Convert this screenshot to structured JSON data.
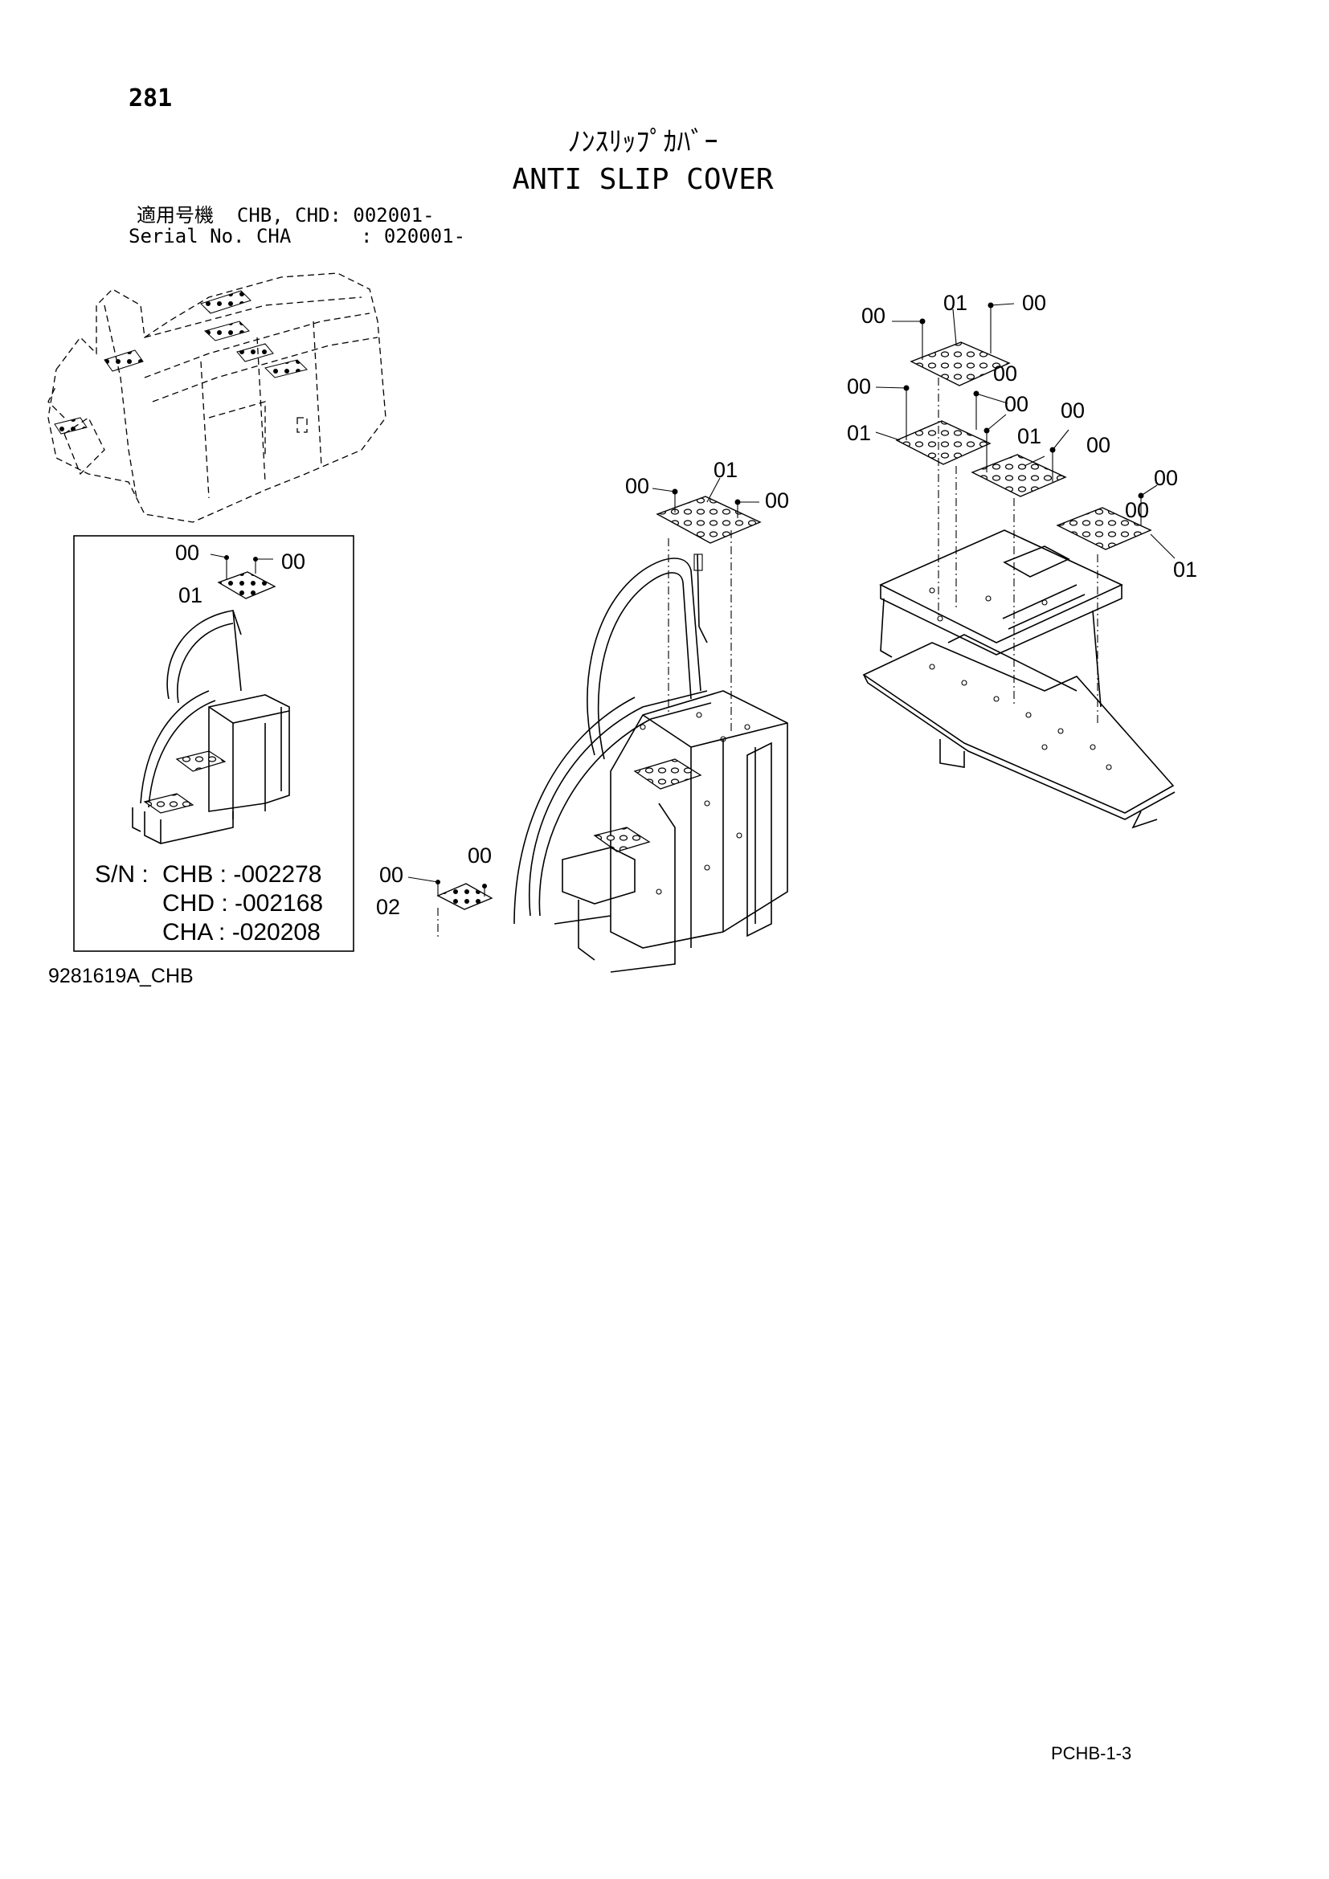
{
  "page_number": "281",
  "title_jp": "ﾉﾝｽﾘｯﾌﾟｶﾊﾞｰ",
  "title_en": "ANTI SLIP COVER",
  "serial": {
    "line1": "適用号機  CHB, CHD: 002001-",
    "line2": "Serial No. CHA      : 020001-"
  },
  "inset": {
    "sn_label": "S/N :",
    "sn_rows": [
      "CHB : -002278",
      "CHD : -002168",
      "CHA : -020208"
    ],
    "callouts": [
      "00",
      "00",
      "01"
    ]
  },
  "callouts": {
    "right_cluster": [
      "00",
      "01",
      "00",
      "00",
      "00",
      "00",
      "00",
      "01",
      "01",
      "00",
      "00",
      "00",
      "01"
    ],
    "middle": [
      "00",
      "01",
      "00"
    ],
    "lower_step": [
      "00",
      "00",
      "02"
    ]
  },
  "doc_id": "9281619A_CHB",
  "page_code": "PCHB-1-3"
}
